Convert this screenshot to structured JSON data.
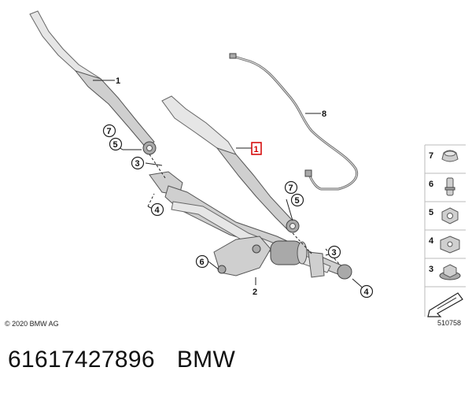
{
  "diagram": {
    "callouts": {
      "c1": "1",
      "c1_highlight": "1",
      "c2": "2",
      "c3a": "3",
      "c3b": "3",
      "c4a": "4",
      "c4b": "4",
      "c5a": "5",
      "c5b": "5",
      "c6": "6",
      "c7a": "7",
      "c7b": "7",
      "c8": "8"
    },
    "legend": [
      "7",
      "6",
      "5",
      "4",
      "3"
    ],
    "copyright": "© 2020 BMW AG",
    "drawing_number": "510758"
  },
  "footer": {
    "part_number": "61617427896",
    "brand": "BMW"
  },
  "colors": {
    "highlight": "#d40000",
    "part_fill": "#cfcfcf",
    "legend_bg": "#e8e8e8"
  }
}
